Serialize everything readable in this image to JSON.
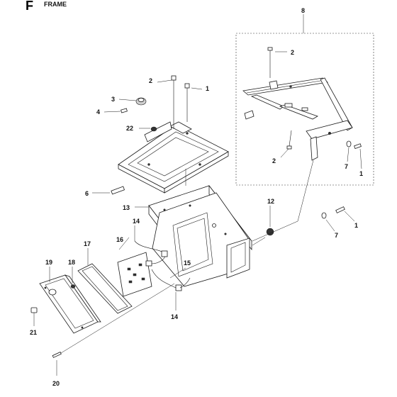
{
  "header": {
    "section_letter": "F",
    "title": "FRAME"
  },
  "callouts": {
    "c8": "8",
    "c2a": "2",
    "c2b": "2",
    "c2c": "2",
    "c1a": "1",
    "c1b": "1",
    "c1c": "1",
    "c3": "3",
    "c4": "4",
    "c22": "22",
    "c7a": "7",
    "c7b": "7",
    "c6": "6",
    "c12": "12",
    "c13": "13",
    "c14a": "14",
    "c14b": "14",
    "c15": "15",
    "c16": "16",
    "c17": "17",
    "c18": "18",
    "c19": "19",
    "c21": "21",
    "c20": "20"
  }
}
